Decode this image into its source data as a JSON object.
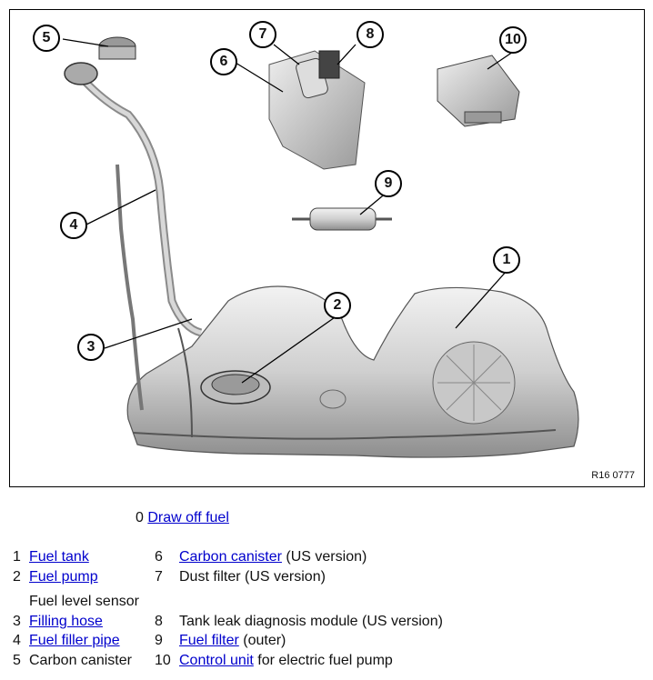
{
  "figure": {
    "code": "R16 0777",
    "callouts": [
      "1",
      "2",
      "3",
      "4",
      "5",
      "6",
      "7",
      "8",
      "9",
      "10"
    ]
  },
  "draw_off": {
    "number": "0",
    "link": "Draw off fuel"
  },
  "legend": {
    "left": [
      {
        "num": "1",
        "link": "Fuel tank",
        "text": ""
      },
      {
        "num": "2",
        "link": "Fuel pump",
        "text": ""
      },
      {
        "num": "",
        "link": "",
        "text": "Fuel level sensor"
      },
      {
        "num": "3",
        "link": "Filling hose",
        "text": ""
      },
      {
        "num": "4",
        "link": "Fuel filler pipe",
        "text": ""
      },
      {
        "num": "5",
        "link": "",
        "text": "Carbon canister"
      }
    ],
    "right": [
      {
        "num": "6",
        "link": "Carbon canister",
        "text": "(US version)"
      },
      {
        "num": "7",
        "link": "",
        "text": "Dust filter (US version)"
      },
      {
        "num": "8",
        "link": "",
        "text": "Tank leak diagnosis module (US version)"
      },
      {
        "num": "9",
        "link": "Fuel filter",
        "text": "(outer)"
      },
      {
        "num": "10",
        "link": "Control unit",
        "text": "for electric fuel pump"
      }
    ]
  }
}
